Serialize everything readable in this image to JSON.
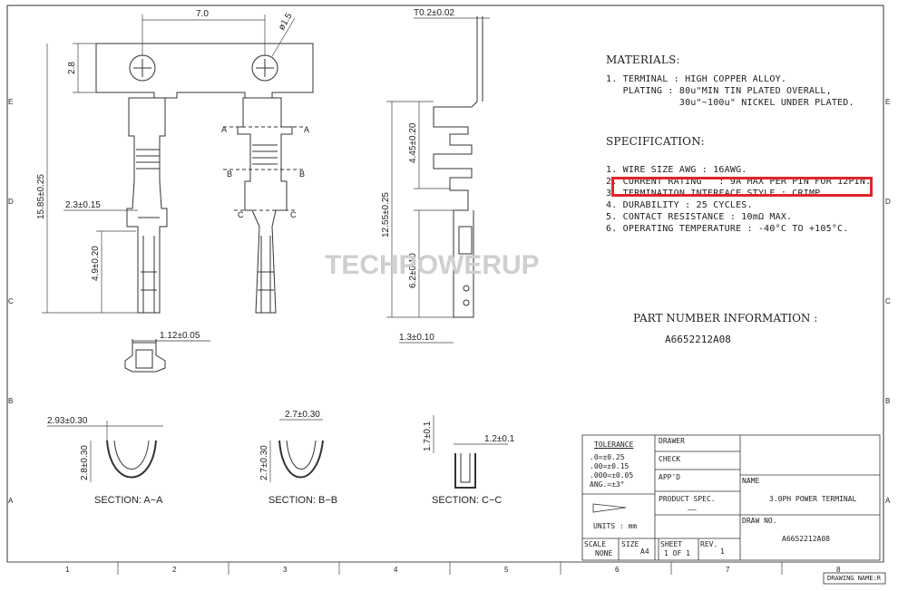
{
  "materials": {
    "heading": "MATERIALS:",
    "lines": [
      "1. TERMINAL : HIGH COPPER ALLOY.",
      "   PLATING : 80u\"MIN TIN PLATED OVERALL,",
      "             30u\"~100u\" NICKEL UNDER PLATED."
    ]
  },
  "specification": {
    "heading": "SPECIFICATION:",
    "items": [
      "1. WIRE SIZE AWG : 16AWG.",
      "2. CURRENT RATING   : 9A MAX PER PIN FOR 12PIN.",
      "3. TERMINATION INTERFACE STYLE : CRIMP.",
      "4. DURABILITY : 25 CYCLES.",
      "5. CONTACT RESISTANCE : 10mΩ MAX.",
      "6. OPERATING TEMPERATURE : -40°C TO +105°C."
    ],
    "highlight_color": "#e3242b"
  },
  "part_number": {
    "heading": "PART NUMBER INFORMATION :",
    "value": "A6652212A08"
  },
  "watermark": "TECHPOWERUP",
  "dimensions": {
    "top_width": "7.0",
    "hole": "ø1.5",
    "strip_height": "2.8",
    "overall_length": "15.85±0.25",
    "body_width": "2.3±0.15",
    "tip_length": "4.9±0.20",
    "front_width": "1.12±0.05",
    "thickness": "T0.2±0.02",
    "side_upper": "4.45±0.20",
    "side_total": "12.55±0.25",
    "side_lower": "6.2±0.10",
    "side_bottom": "1.3±0.10",
    "sec_a_w": "2.93±0.30",
    "sec_a_h": "2.8±0.30",
    "sec_b_w": "2.7±0.30",
    "sec_b_h": "2.7±0.30",
    "sec_c_w": "1.2±0.1",
    "sec_c_h": "1.7±0.1"
  },
  "section_labels": [
    "SECTION: A−A",
    "SECTION: B−B",
    "SECTION: C−C"
  ],
  "cut_letters": [
    "A",
    "B",
    "C"
  ],
  "tolerance": {
    "title": "TOLERANCE",
    "rows": [
      ".0=±0.25",
      ".00=±0.15",
      ".000=±0.05",
      "ANG.=±3°"
    ]
  },
  "title_block": {
    "drawer_label": "DRAWER",
    "check_label": "CHECK",
    "appd_label": "APP'D",
    "product_spec_label": "PRODUCT SPEC.",
    "product_spec_value": "——",
    "name_label": "NAME",
    "name_value": "3.0PH POWER TERMINAL",
    "draw_no_label": "DRAW NO.",
    "draw_no_value": "A6652212A08",
    "units": "UNITS : mm",
    "scale_label": "SCALE",
    "scale_value": "NONE",
    "size_label": "SIZE",
    "size_value": "A4",
    "sheet_label": "SHEET",
    "sheet_value": "1 OF 1",
    "rev_label": "REV.",
    "rev_value": "1",
    "drawing_name": "DRAWING NAME:R"
  },
  "border": {
    "columns": [
      "1",
      "2",
      "3",
      "4",
      "5",
      "6",
      "7",
      "8"
    ],
    "rows": [
      "A",
      "B",
      "C",
      "D",
      "E"
    ]
  }
}
